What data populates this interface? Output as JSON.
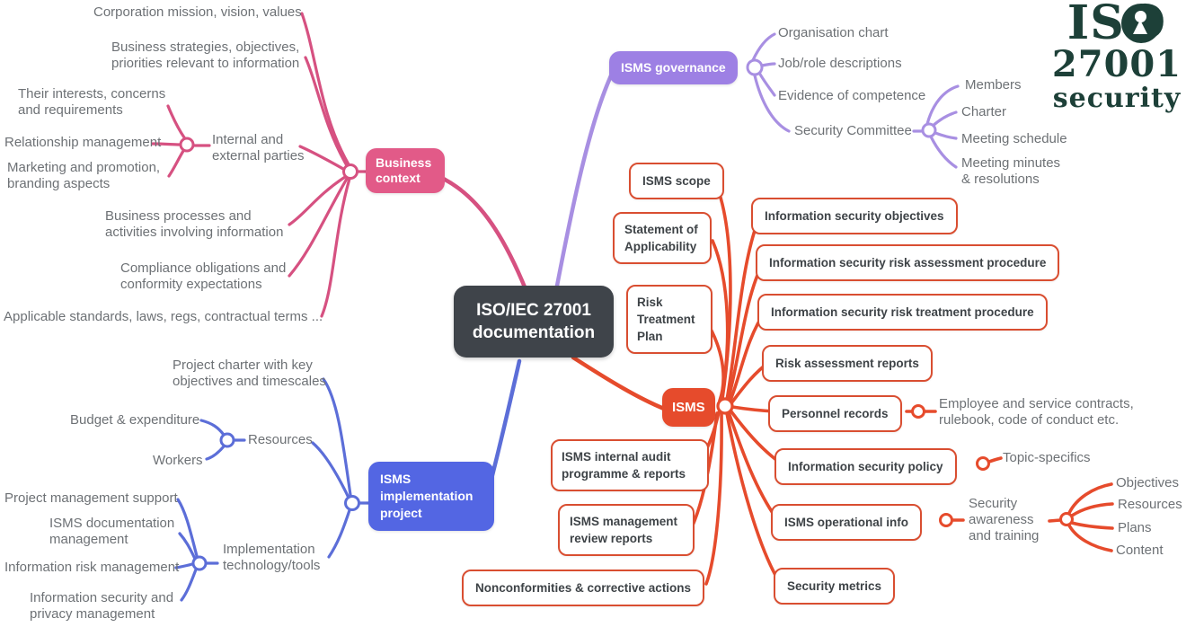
{
  "colors": {
    "pink_box": "#e25a88",
    "pink_line": "#d65181",
    "purple_box": "#9d80e4",
    "purple_line": "#a88fe2",
    "blue_box": "#5366e3",
    "blue_line": "#5c6ed8",
    "red": "#e64b2c",
    "red_border": "#d94e31",
    "center_bg": "#3f444a",
    "gray_text": "#6d7175",
    "logo_green": "#1d4038"
  },
  "logo": {
    "line1": "ISO",
    "line2": "27001",
    "line3": "security"
  },
  "center": {
    "label": "ISO/IEC 27001 documentation"
  },
  "branches": {
    "business_context": {
      "label": "Business context",
      "children": {
        "corporation": {
          "label": "Corporation mission, vision, values"
        },
        "strategies": {
          "label": "Business strategies, objectives, priorities relevant to information"
        },
        "parties": {
          "label": "Internal and external parties",
          "children": {
            "interests": {
              "label": "Their interests, concerns and requirements"
            },
            "relationship": {
              "label": "Relationship management"
            },
            "marketing": {
              "label": "Marketing and promotion, branding aspects"
            }
          }
        },
        "processes": {
          "label": "Business processes and activities involving information"
        },
        "compliance": {
          "label": "Compliance obligations and conformity expectations"
        },
        "standards": {
          "label": "Applicable standards, laws, regs, contractual terms ..."
        }
      }
    },
    "isms_governance": {
      "label": "ISMS governance",
      "children": {
        "org_chart": {
          "label": "Organisation chart"
        },
        "job_roles": {
          "label": "Job/role descriptions"
        },
        "competence": {
          "label": "Evidence of competence"
        },
        "committee": {
          "label": "Security Committee",
          "children": {
            "members": {
              "label": "Members"
            },
            "charter": {
              "label": "Charter"
            },
            "schedule": {
              "label": "Meeting schedule"
            },
            "minutes": {
              "label": "Meeting minutes & resolutions"
            }
          }
        }
      }
    },
    "isms": {
      "label": "ISMS",
      "children": {
        "scope": {
          "label": "ISMS scope"
        },
        "soa": {
          "label": "Statement of Applicability"
        },
        "rtp": {
          "label": "Risk Treatment Plan"
        },
        "objectives": {
          "label": "Information security objectives"
        },
        "risk_assessment_procedure": {
          "label": "Information security risk assessment procedure"
        },
        "risk_treatment_procedure": {
          "label": "Information security risk treatment procedure"
        },
        "risk_reports": {
          "label": "Risk assessment reports"
        },
        "personnel": {
          "label": "Personnel records",
          "note": "Employee and service contracts, rulebook, code of conduct etc."
        },
        "policy": {
          "label": "Information security policy",
          "note": "Topic-specifics"
        },
        "audit": {
          "label": "ISMS internal audit programme & reports"
        },
        "review": {
          "label": "ISMS management review reports"
        },
        "operational": {
          "label": "ISMS operational info",
          "child": {
            "label": "Security awareness and training",
            "children": {
              "objectives": {
                "label": "Objectives"
              },
              "resources": {
                "label": "Resources"
              },
              "plans": {
                "label": "Plans"
              },
              "content": {
                "label": "Content"
              }
            }
          }
        },
        "nonconformities": {
          "label": "Nonconformities & corrective actions"
        },
        "metrics": {
          "label": "Security metrics"
        }
      }
    },
    "isms_implementation": {
      "label": "ISMS implementation project",
      "children": {
        "project_charter": {
          "label": "Project charter with key objectives and timescales"
        },
        "resources": {
          "label": "Resources",
          "children": {
            "budget": {
              "label": "Budget & expenditure"
            },
            "workers": {
              "label": "Workers"
            }
          }
        },
        "tech": {
          "label": "Implementation technology/tools",
          "children": {
            "pm_support": {
              "label": "Project management support"
            },
            "doc_mgmt": {
              "label": "ISMS documentation management"
            },
            "risk_mgmt": {
              "label": "Information risk management"
            },
            "privacy": {
              "label": "Information security and privacy management"
            }
          }
        }
      }
    }
  }
}
